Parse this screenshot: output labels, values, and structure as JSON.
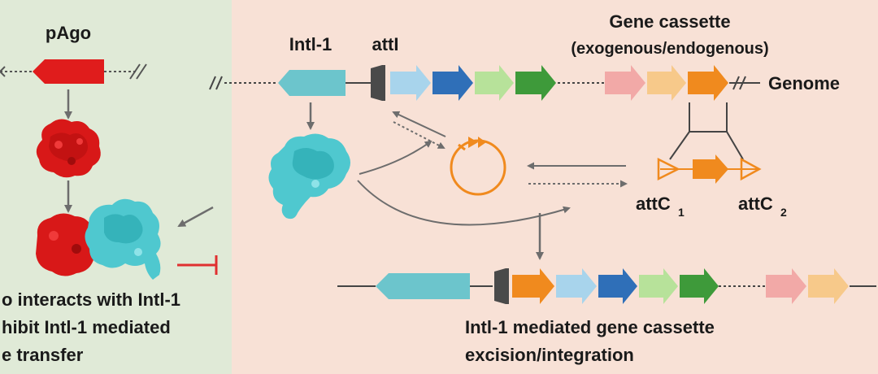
{
  "left_panel": {
    "protein_label": "pAgo",
    "caption_lines": [
      "o interacts with Intl-1",
      "hibit Intl-1 mediated",
      "e transfer"
    ]
  },
  "right_panel": {
    "integrase_label": "Intl-1",
    "attI_label": "attI",
    "cassette_title": "Gene cassette",
    "cassette_subtitle": "(exogenous/endogenous)",
    "genome_label": "Genome",
    "attC1": {
      "base": "attC",
      "sub": "1"
    },
    "attC2": {
      "base": "attC",
      "sub": "2"
    },
    "caption_lines": [
      "Intl-1 mediated gene cassette",
      "excision/integration"
    ]
  },
  "colors": {
    "left_bg": "#e0ead7",
    "right_bg": "#f8e1d6",
    "pago_red": "#e01c1c",
    "intl1_teal": "#6cc5cc",
    "orange": "#f08a1e",
    "light_blue": "#a8d4ec",
    "dark_blue": "#2f6fb8",
    "light_green": "#b7e29a",
    "dark_green": "#3e9a3a",
    "pink": "#f2a9a7",
    "peach": "#f7c98a",
    "inhibit_red": "#e03030",
    "arrow_gray": "#6d6d6d"
  }
}
